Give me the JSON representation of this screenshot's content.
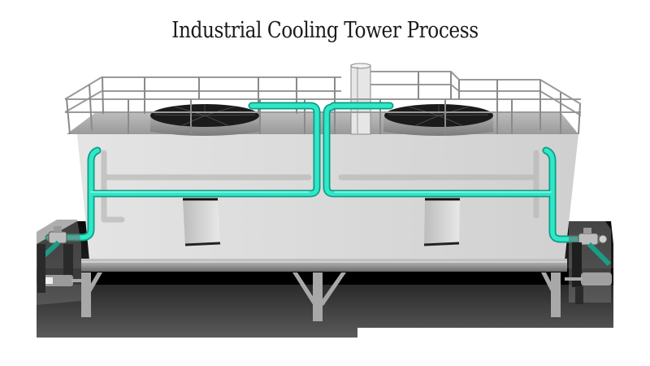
{
  "title": "Industrial Cooling Tower Process",
  "illustration": {
    "subject": "cooling-tower",
    "fans": 2,
    "components": [
      "railing",
      "fan-shroud",
      "fan-shroud",
      "exhaust-stack",
      "coolant-piping",
      "louvre",
      "louvre",
      "pump-assembly-left",
      "pump-assembly-right",
      "support-frame",
      "reflective-floor"
    ]
  },
  "colors": {
    "pipe": "#2fe0c0",
    "pipe_dark": "#0f9c85",
    "body": "#dcdcdc",
    "floor": "#1a1a1a",
    "background": "#ffffff"
  }
}
